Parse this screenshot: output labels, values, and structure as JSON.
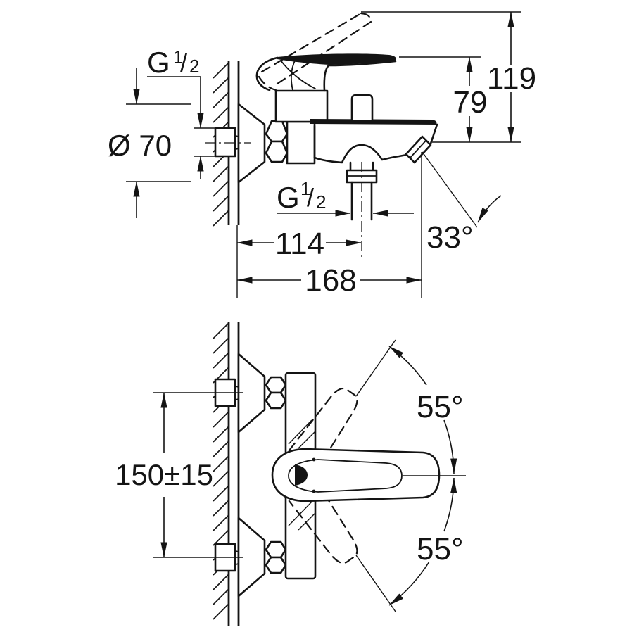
{
  "colors": {
    "ink": "#141414",
    "paper": "#ffffff"
  },
  "side_view": {
    "dims": {
      "thread_top": {
        "base": "G",
        "sup": "1",
        "slash": "/",
        "sub": "2"
      },
      "escutcheon_diameter": {
        "label": "Ø 70"
      },
      "height_overall": {
        "label": "119"
      },
      "height_to_spout": {
        "label": "79"
      },
      "thread_bottom": {
        "base": "G",
        "sup": "1",
        "slash": "/",
        "sub": "2"
      },
      "projection_to_outlet": {
        "label": "114"
      },
      "projection_overall": {
        "label": "168"
      },
      "spout_angle": {
        "label": "33°"
      }
    }
  },
  "front_view": {
    "dims": {
      "connection_distance": {
        "label": "150±15"
      },
      "handle_swing_upper": {
        "label": "55°"
      },
      "handle_swing_lower": {
        "label": "55°"
      }
    }
  }
}
